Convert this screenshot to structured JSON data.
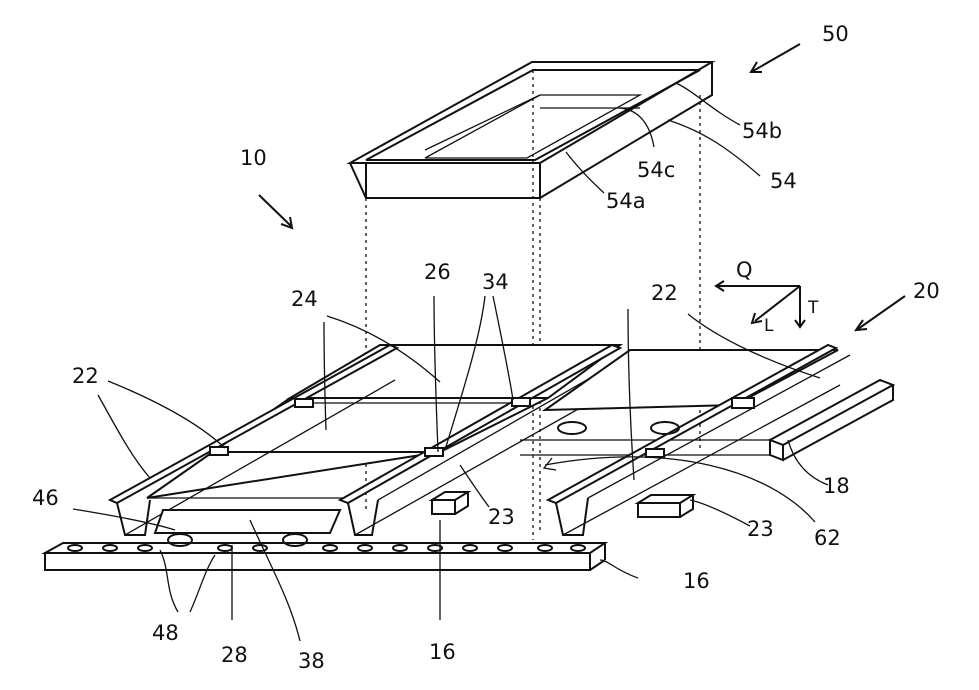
{
  "labels": {
    "l50": "50",
    "l54b": "54b",
    "l54c": "54c",
    "l54": "54",
    "l54a": "54a",
    "l10": "10",
    "l26": "26",
    "l34": "34",
    "lQ": "Q",
    "l22_right": "22",
    "l20": "20",
    "l24": "24",
    "lL": "L",
    "lT": "T",
    "l22_left": "22",
    "l18": "18",
    "l46": "46",
    "l23_mid": "23",
    "l23_right": "23",
    "l62": "62",
    "l16_right": "16",
    "l48": "48",
    "l28": "28",
    "l38": "38",
    "l16_bottom": "16"
  }
}
